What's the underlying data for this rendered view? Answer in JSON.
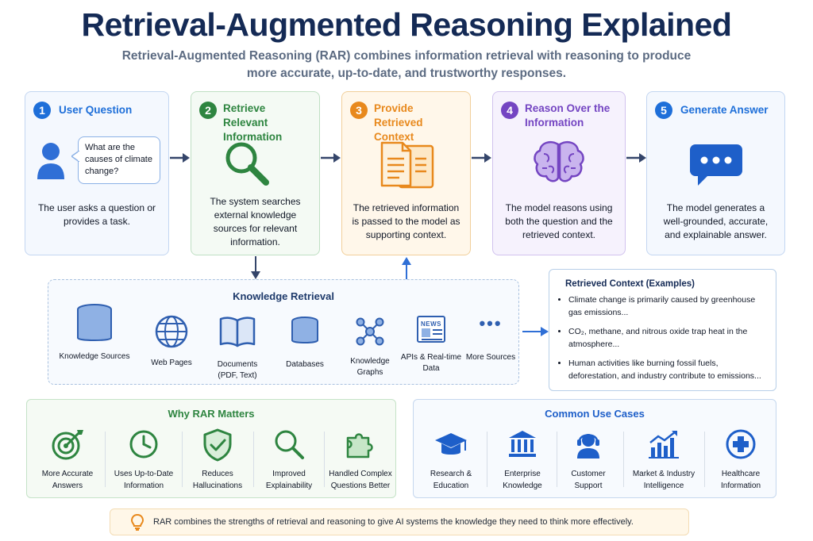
{
  "title": "Retrieval-Augmented Reasoning Explained",
  "subtitle": "Retrieval-Augmented Reasoning (RAR) combines information retrieval with reasoning to produce more accurate, up-to-date, and trustworthy responses.",
  "steps": [
    {
      "number": "1",
      "title": "User Question",
      "bubble": "What are the causes of climate change?",
      "description": "The user asks a question or provides a task.",
      "color": "#1e6fd9",
      "icon": "user-icon"
    },
    {
      "number": "2",
      "title": "Retrieve Relevant Information",
      "description": "The system searches external knowledge sources for relevant information.",
      "color": "#2e8540",
      "icon": "magnifier-icon"
    },
    {
      "number": "3",
      "title": "Provide Retrieved Context",
      "description": "The retrieved information is passed to the model as supporting context.",
      "color": "#e8891d",
      "icon": "documents-icon"
    },
    {
      "number": "4",
      "title": "Reason Over the Information",
      "description": "The model reasons using both the question and the retrieved context.",
      "color": "#7445c2",
      "icon": "brain-icon"
    },
    {
      "number": "5",
      "title": "Generate Answer",
      "description": "The model generates a well-grounded, accurate, and explainable answer.",
      "color": "#1e6fd9",
      "icon": "chat-bubble-icon"
    }
  ],
  "knowledge_retrieval": {
    "title": "Knowledge Retrieval",
    "items": [
      {
        "label": "Knowledge Sources",
        "icon": "database-stack-icon"
      },
      {
        "label": "Web Pages",
        "icon": "globe-icon"
      },
      {
        "label": "Documents (PDF, Text)",
        "icon": "book-icon"
      },
      {
        "label": "Databases",
        "icon": "database-icon"
      },
      {
        "label": "Knowledge Graphs",
        "icon": "graph-icon"
      },
      {
        "label": "APIs & Real-time Data",
        "icon": "news-icon",
        "badge": "NEWS"
      },
      {
        "label": "More Sources",
        "icon": "ellipsis-icon"
      }
    ]
  },
  "retrieved_context": {
    "title": "Retrieved Context (Examples)",
    "items": [
      "Climate change is primarily caused by greenhouse gas emissions...",
      "CO₂, methane, and nitrous oxide trap heat in the atmosphere...",
      "Human activities like burning fossil fuels, deforestation, and industry contribute to emissions..."
    ]
  },
  "why_rar": {
    "title": "Why RAR Matters",
    "items": [
      {
        "label": "More Accurate Answers",
        "icon": "target-icon"
      },
      {
        "label": "Uses Up-to-Date Information",
        "icon": "clock-icon"
      },
      {
        "label": "Reduces Hallucinations",
        "icon": "shield-check-icon"
      },
      {
        "label": "Improved Explainability",
        "icon": "magnifier-icon"
      },
      {
        "label": "Handled Complex Questions Better",
        "icon": "puzzle-icon"
      }
    ]
  },
  "use_cases": {
    "title": "Common Use Cases",
    "items": [
      {
        "label": "Research & Education",
        "icon": "graduation-cap-icon"
      },
      {
        "label": "Enterprise Knowledge",
        "icon": "building-icon"
      },
      {
        "label": "Customer Support",
        "icon": "headset-icon"
      },
      {
        "label": "Market & Industry Intelligence",
        "icon": "bar-chart-icon"
      },
      {
        "label": "Healthcare Information",
        "icon": "medical-cross-icon"
      }
    ]
  },
  "footer": "RAR combines the strengths of retrieval and reasoning to give AI systems the knowledge they need to think more effectively.",
  "colors": {
    "navy": "#142a55",
    "blue": "#1e6fd9",
    "green": "#2e8540",
    "orange": "#e8891d",
    "purple": "#7445c2"
  }
}
